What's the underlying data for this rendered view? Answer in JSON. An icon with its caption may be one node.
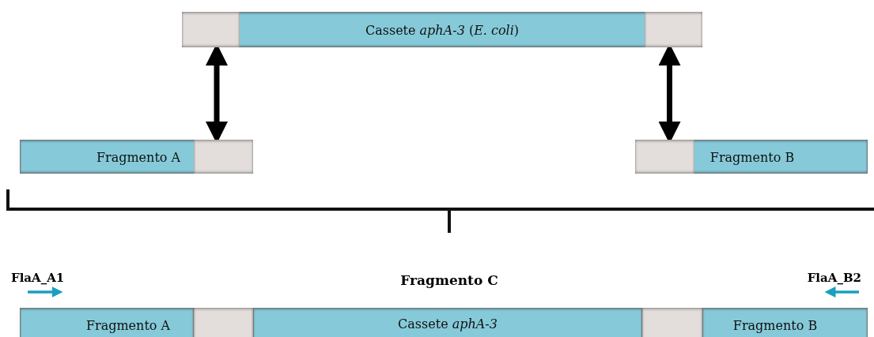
{
  "diagram": {
    "nodes": [
      {
        "text": [
          "Cassete *aphA-3* (*E. coli*)"
        ]
      },
      {
        "text": [],
        "shape": "box",
        "in": 0
      },
      {
        "text": [],
        "shape": "box",
        "in": 0
      },
      {
        "text": [
          "Fragmento A"
        ]
      },
      {
        "text": [],
        "shape": "box",
        "in": 3
      },
      {
        "text": [
          "Fragmento B"
        ]
      },
      {
        "text": [],
        "shape": "box",
        "in": 5
      },
      {
        "text": [],
        "shape": "bar"
      },
      {
        "text": [
          "Fragmento A"
        ],
        "in": 7
      },
      {
        "text": [],
        "shape": "box",
        "in": 7
      },
      {
        "text": [
          "Cassete *aphA-3*"
        ],
        "in": 7
      },
      {
        "text": [],
        "shape": "box",
        "in": 7
      },
      {
        "text": [
          "Fragmento B"
        ],
        "in": 7
      }
    ],
    "edges": [
      {
        "from": 1,
        "to": 4,
        "arrow": "both"
      },
      {
        "from": 2,
        "to": 6,
        "arrow": "both"
      }
    ],
    "labels": [
      "FlaA_A1",
      "Fragmento C",
      "FlaA_B2"
    ]
  }
}
